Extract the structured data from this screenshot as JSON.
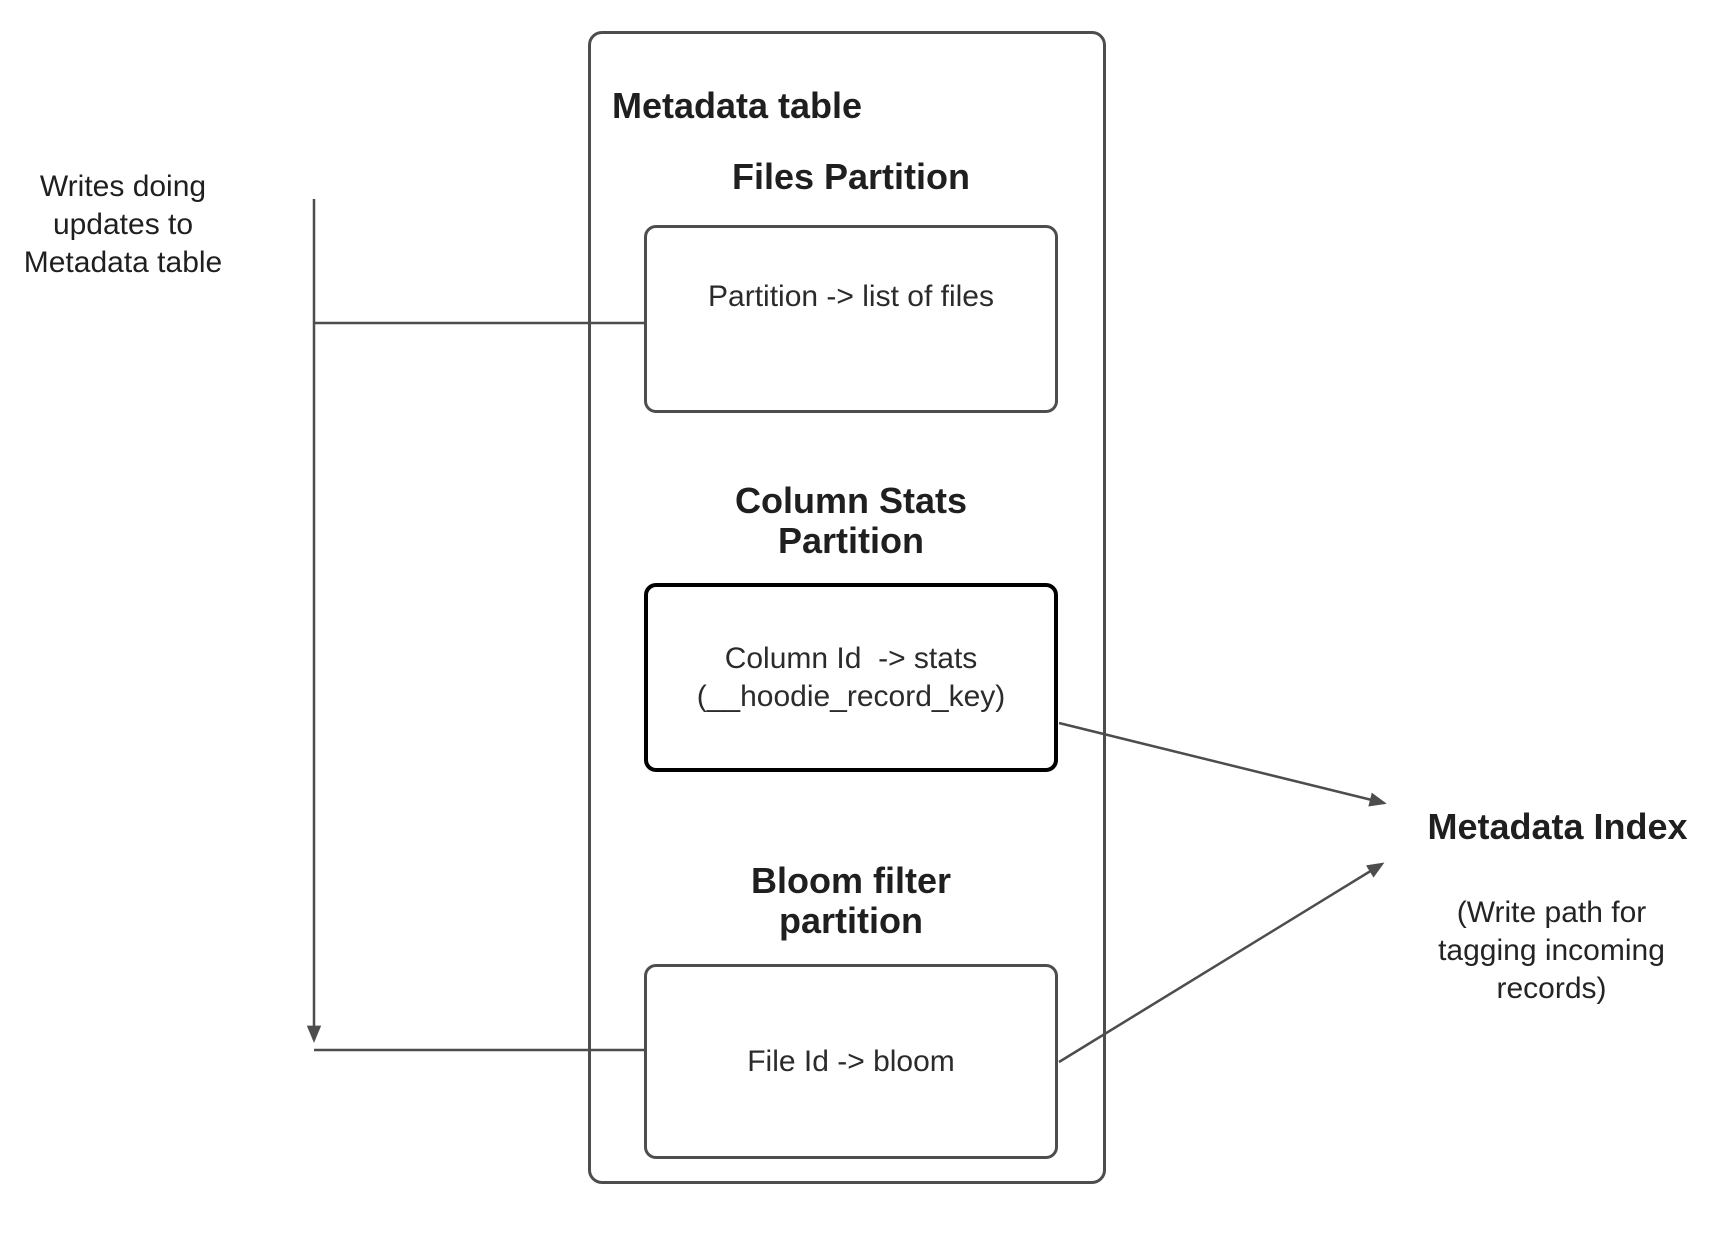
{
  "metadata_table": {
    "title": "Metadata table",
    "sections": [
      {
        "header": "Files Partition",
        "box_label": "Partition -> list of files"
      },
      {
        "header": "Column Stats\nPartition",
        "box_label": "Column Id  -> stats\n(__hoodie_record_key)"
      },
      {
        "header": "Bloom filter\npartition",
        "box_label": "File Id -> bloom"
      }
    ]
  },
  "annotations": {
    "writes_note": "Writes doing\nupdates to\nMetadata table"
  },
  "metadata_index": {
    "title": "Metadata Index",
    "note": "(Write path for\ntagging incoming\nrecords)"
  },
  "colors": {
    "stroke": "#4d4d4d",
    "emphasis_stroke": "#000000",
    "text": "#1f1f1f",
    "background": "#ffffff"
  }
}
